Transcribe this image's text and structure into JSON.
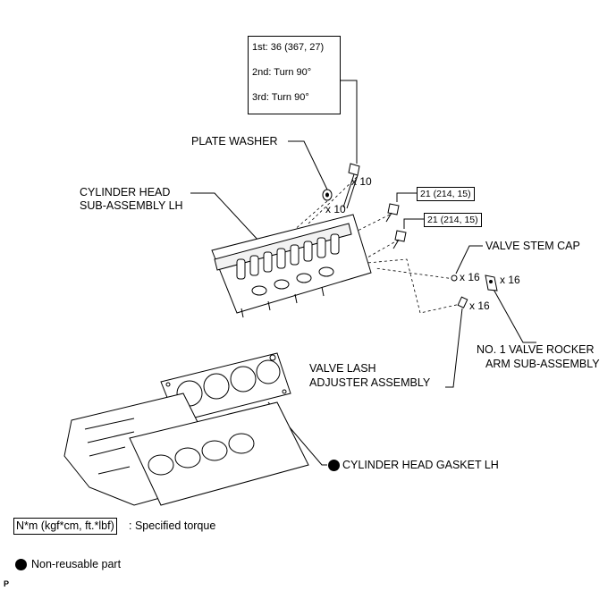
{
  "torque_main": {
    "line1": "1st: 36 (367, 27)",
    "line2": "2nd: Turn 90°",
    "line3": "3rd: Turn 90°"
  },
  "labels": {
    "plate_washer": "PLATE WASHER",
    "cyl_head_line1": "CYLINDER HEAD",
    "cyl_head_line2": "SUB-ASSEMBLY LH",
    "valve_stem_cap": "VALVE STEM CAP",
    "rocker_line1": "NO. 1 VALVE ROCKER",
    "rocker_line2": "ARM SUB-ASSEMBLY",
    "lash_line1": "VALVE LASH",
    "lash_line2": "ADJUSTER ASSEMBLY",
    "gasket": "CYLINDER HEAD GASKET LH"
  },
  "torques": {
    "bolt_upper": "21 (214, 15)",
    "bolt_lower": "21 (214, 15)"
  },
  "quantities": {
    "bolt": "x 10",
    "washer": "x 10",
    "stem_cap": "x 16",
    "rocker": "x 16",
    "lash": "x 16"
  },
  "legend": {
    "torque_unit": "N*m (kgf*cm, ft.*lbf)",
    "torque_desc": ": Specified torque",
    "non_reusable": "Non-reusable part"
  },
  "footer": {
    "code": "P"
  }
}
